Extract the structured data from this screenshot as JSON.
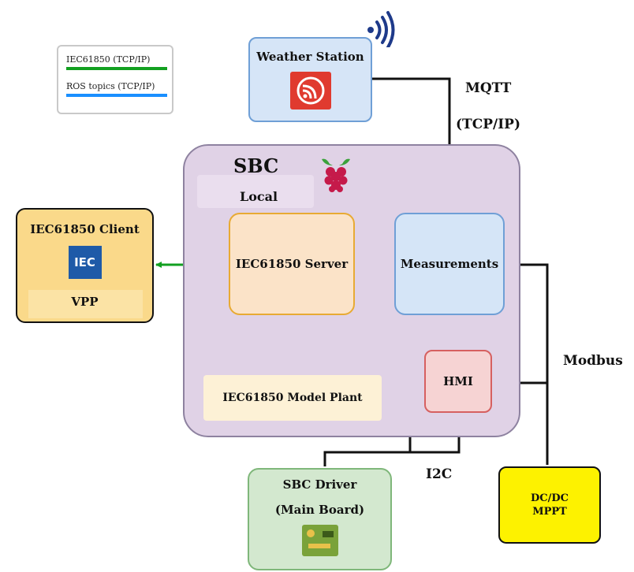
{
  "legend": {
    "iec_label": "IEC61850 (TCP/IP)",
    "ros_label": "ROS topics (TCP/IP)"
  },
  "colors": {
    "iec_link": "#12a020",
    "ros_link": "#1a8fff",
    "wire": "#111111"
  },
  "weather_station": {
    "title": "Weather Station",
    "icon": "espressif-logo-icon"
  },
  "wifi_icon": "wifi-signal-icon",
  "mqtt": {
    "line1": "MQTT",
    "line2": "(TCP/IP)"
  },
  "sbc": {
    "title": "SBC",
    "subtitle": "Local",
    "icon": "raspberry-pi-icon"
  },
  "server": {
    "title": "IEC61850 Server"
  },
  "measurements": {
    "title": "Measurements"
  },
  "hmi": {
    "title": "HMI"
  },
  "model_plant": {
    "title": "IEC61850 Model Plant"
  },
  "client": {
    "title": "IEC61850 Client",
    "logo_text": "IEC",
    "subtitle": "VPP"
  },
  "driver": {
    "title": "SBC Driver",
    "subtitle": "(Main Board)",
    "icon": "circuit-board-icon"
  },
  "i2c": "I2C",
  "modbus": "Modbus",
  "dcdc": {
    "line1": "DC/DC",
    "line2": "MPPT"
  }
}
